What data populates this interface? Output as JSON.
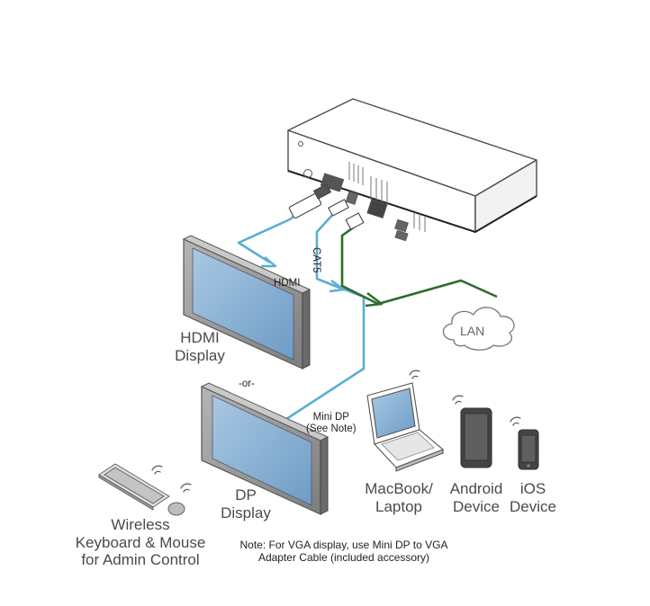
{
  "labels": {
    "hdmi_cable": "HDMI",
    "hdmi_display": [
      "HDMI",
      "Display"
    ],
    "or": "-or-",
    "mini_dp": [
      "Mini DP",
      "(See Note)"
    ],
    "dp_display": [
      "DP",
      "Display"
    ],
    "cat5": "CAT5",
    "lan": "LAN",
    "macbook": [
      "MacBook/",
      "Laptop"
    ],
    "android": [
      "Android",
      "Device"
    ],
    "ios": [
      "iOS",
      "Device"
    ],
    "keyboard": [
      "Wireless",
      "Keyboard & Mouse",
      "for Admin Control"
    ],
    "note": [
      "Note: For VGA display, use Mini DP to VGA",
      "Adapter Cable (included accessory)"
    ]
  },
  "colors": {
    "video_cable": "#5aaed1",
    "network_cable": "#2e6b2e",
    "screen": "#8fb5d6",
    "device_fill": "#ffffff",
    "outline": "#4d4d4d",
    "bezel": "#9a9a9a"
  }
}
